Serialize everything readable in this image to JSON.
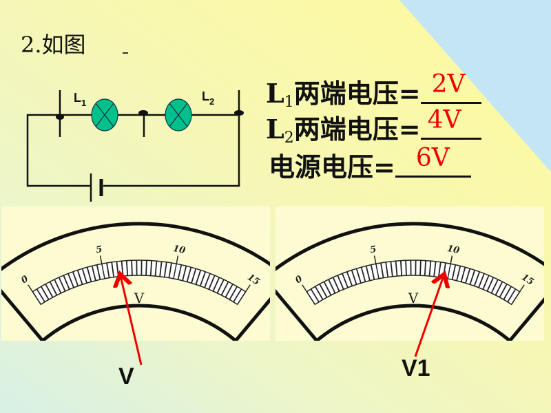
{
  "title": "2.如图",
  "questions": [
    {
      "prefix": "L",
      "sub": "1",
      "text": "两端电压=",
      "answer": "2V"
    },
    {
      "prefix": "L",
      "sub": "2",
      "text": "两端电压=",
      "answer": "4V"
    },
    {
      "prefix": "",
      "sub": "",
      "text": "电源电压=",
      "answer": "6V"
    }
  ],
  "circuit": {
    "lamp1_label": "L",
    "lamp1_sub": "1",
    "lamp2_label": "L",
    "lamp2_sub": "2",
    "lamp_color": "#00c08c"
  },
  "meters": [
    {
      "name": "V",
      "unit": "V",
      "scale_labels": [
        "0",
        "5",
        "10",
        "15"
      ],
      "max": 15,
      "indicated": 6.5
    },
    {
      "name": "V1",
      "unit": "V",
      "scale_labels": [
        "0",
        "5",
        "10",
        "15"
      ],
      "max": 15,
      "indicated": 10.5
    }
  ],
  "colors": {
    "answer": "#e00000",
    "arrow": "#e00000"
  }
}
